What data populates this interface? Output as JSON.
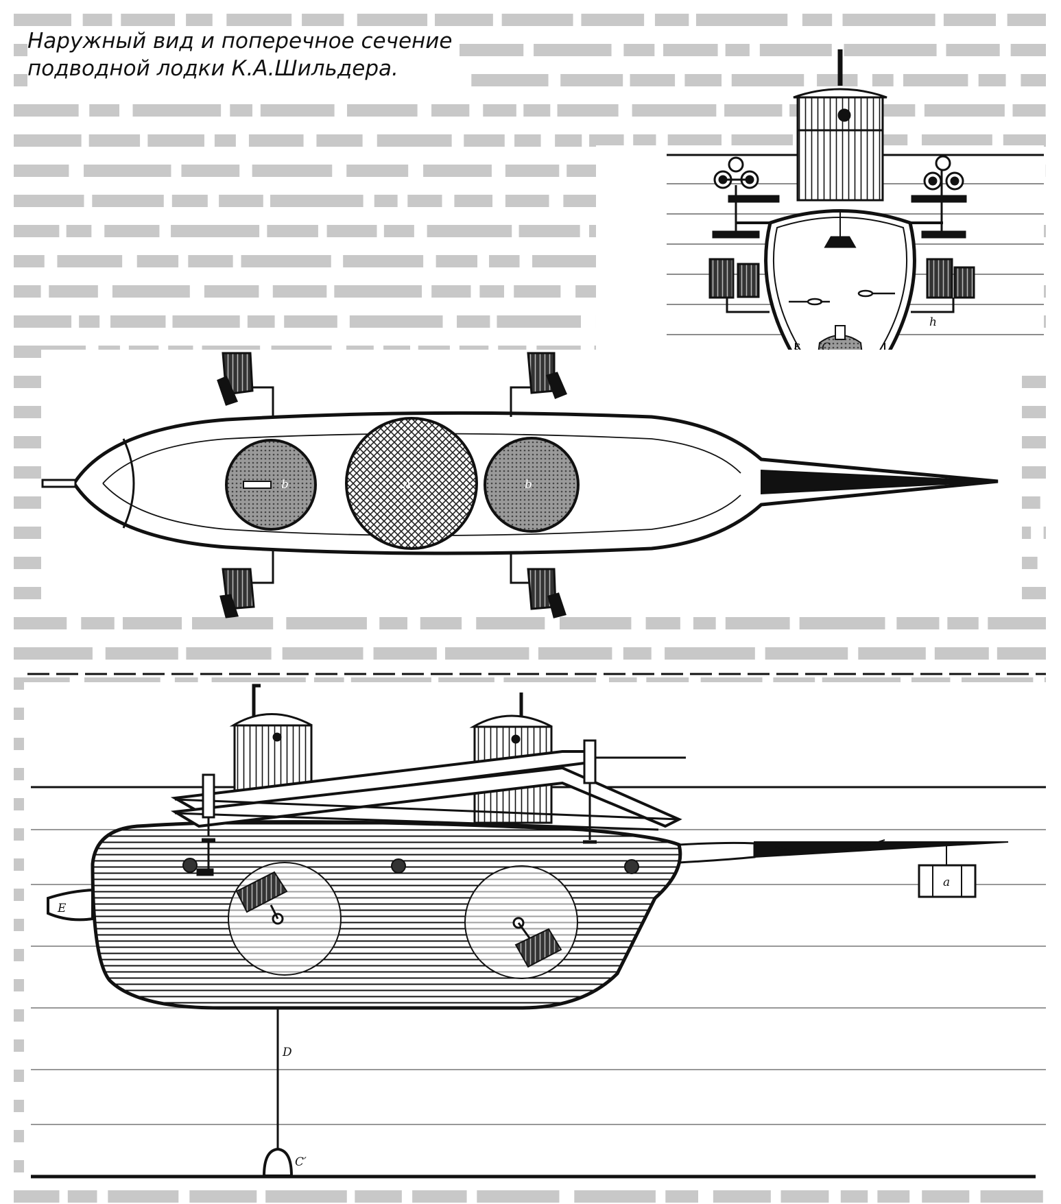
{
  "figure": {
    "caption_line1": "Наружный вид и поперечное сечение",
    "caption_line2": "подводной лодки К.А.Шильдера.",
    "labels": {
      "drum_left": "b",
      "drum_center": "A",
      "drum_right": "b",
      "cross_section_s": "s",
      "cross_section_c": "C",
      "cross_section_h": "h",
      "side_e": "E",
      "side_d": "D",
      "side_c_prime": "C′",
      "mine_box": "a"
    }
  },
  "colors": {
    "ink": "#111111",
    "paper": "#ffffff",
    "background_text": "#c8c8c8"
  }
}
